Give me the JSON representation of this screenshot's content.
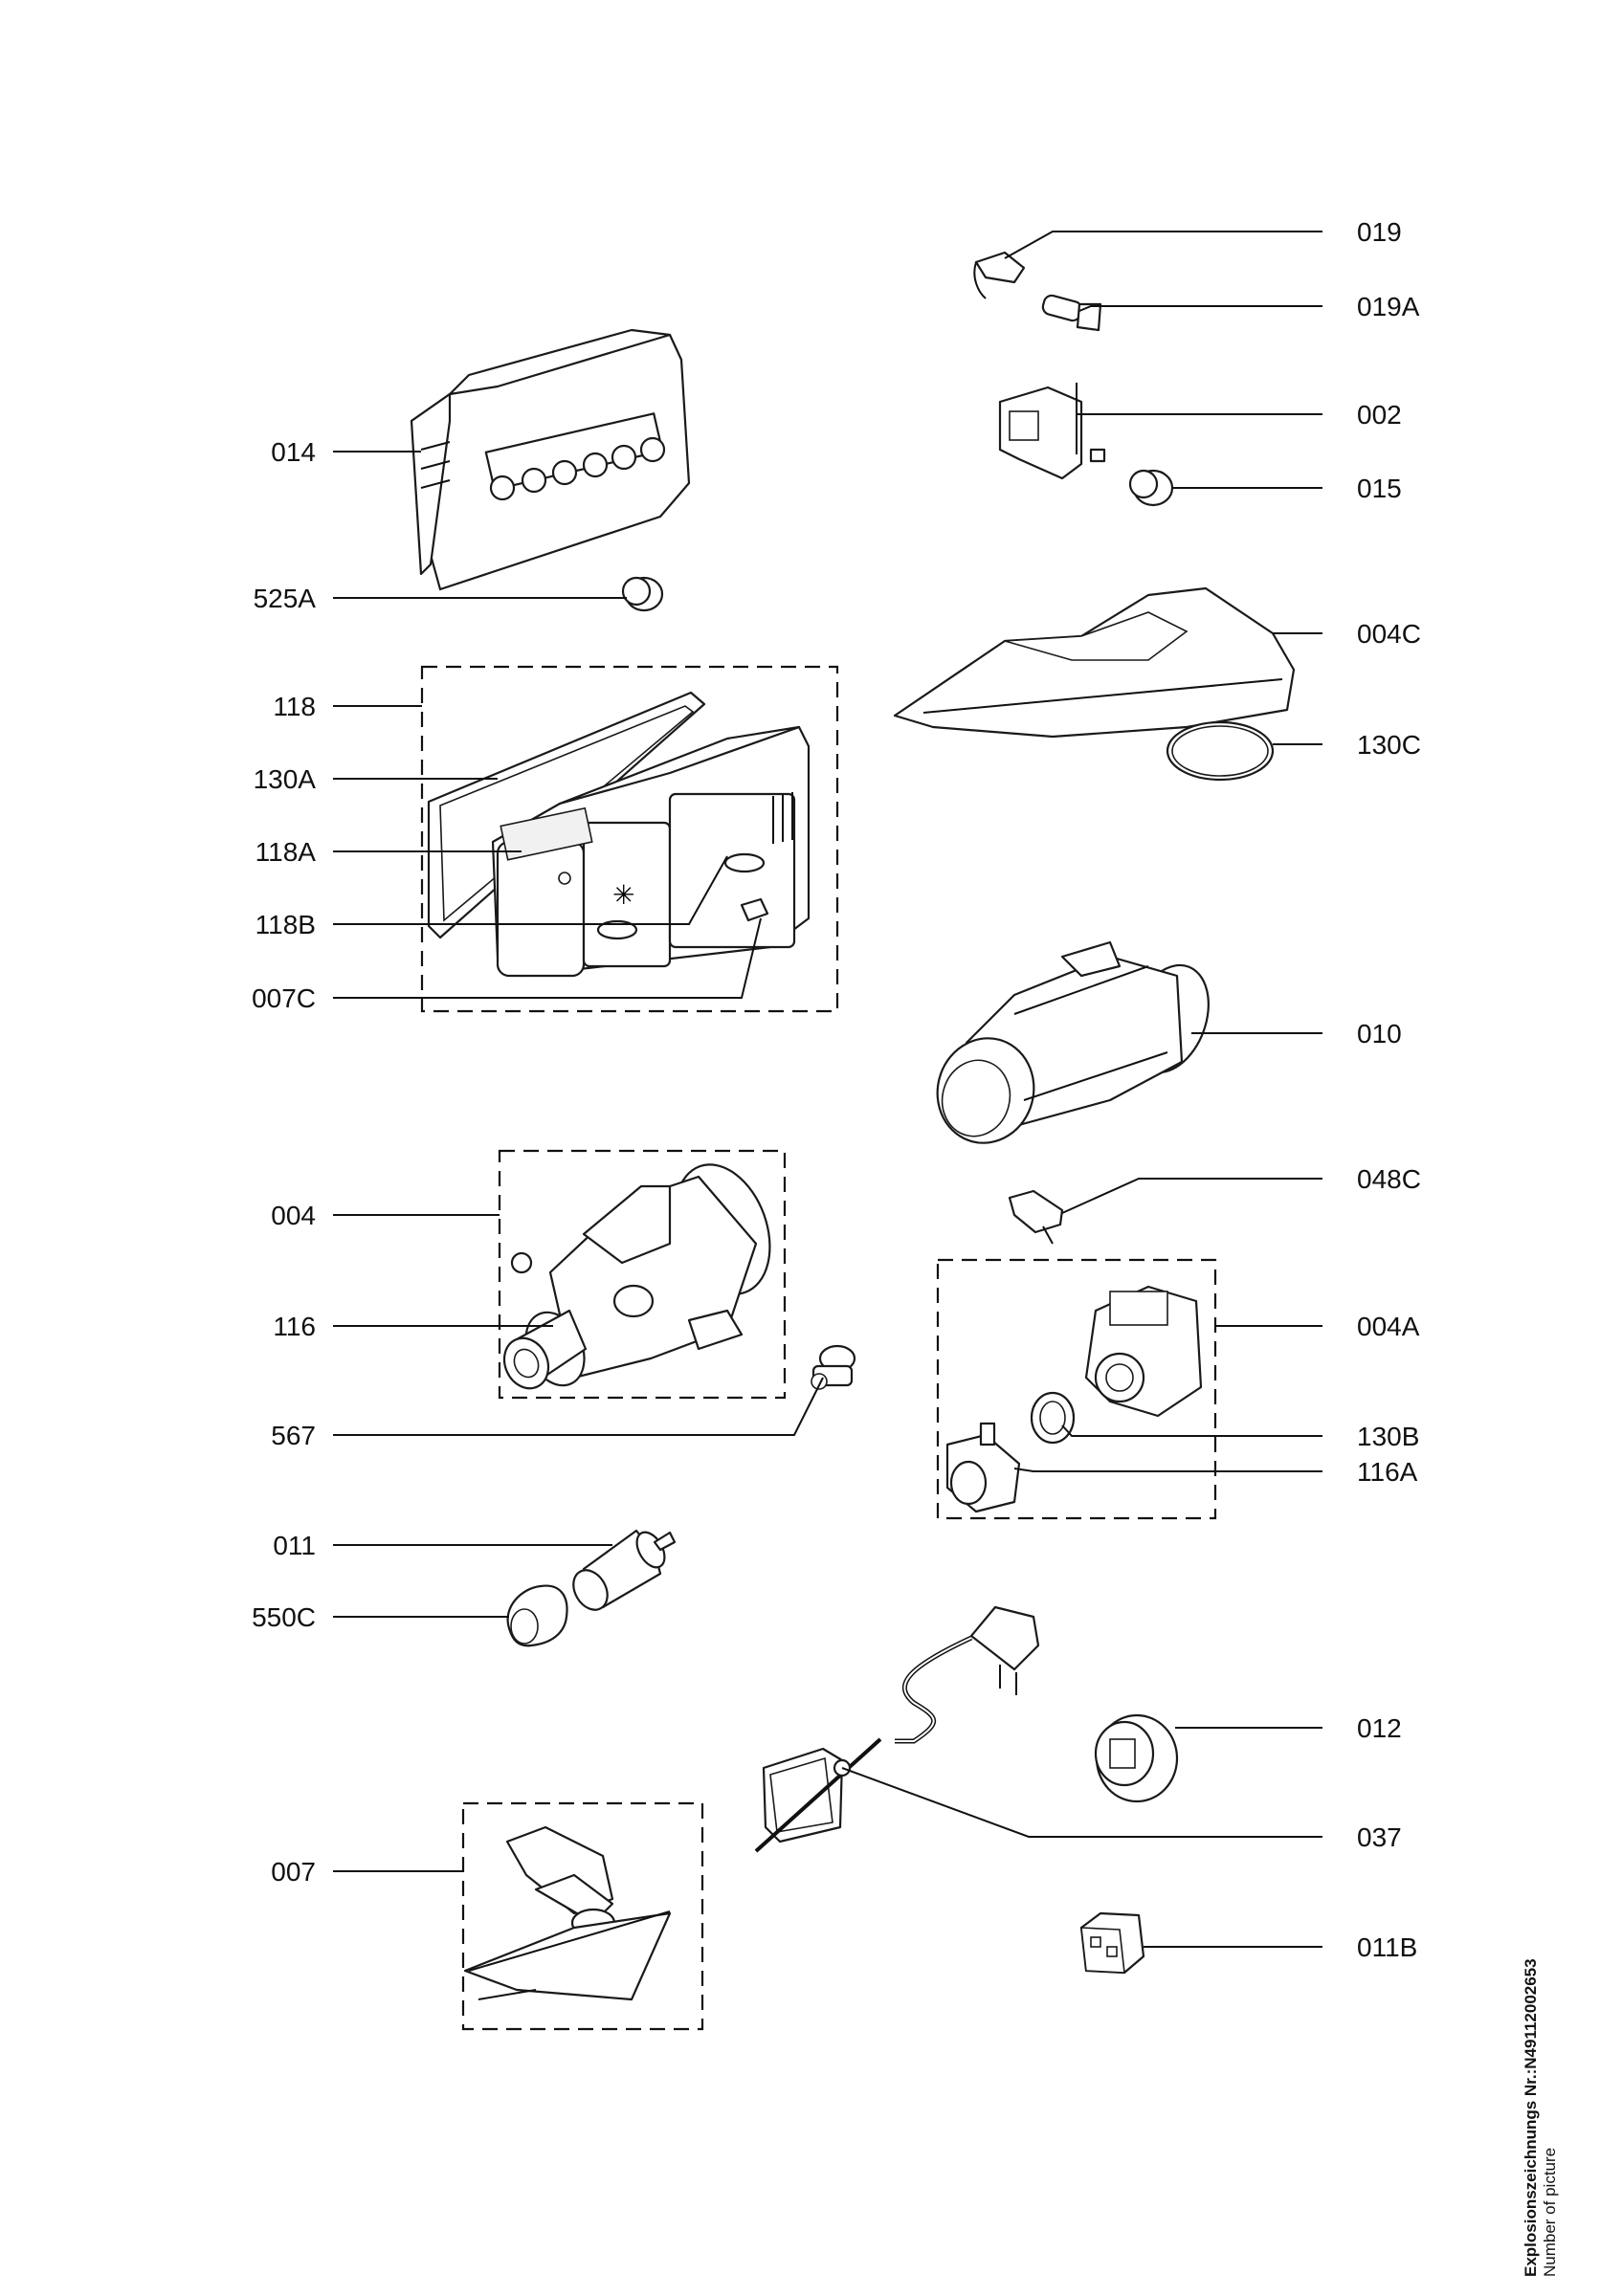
{
  "parts": {
    "p014": "014",
    "p525A": "525A",
    "p118": "118",
    "p130A": "130A",
    "p118A": "118A",
    "p118B": "118B",
    "p007C": "007C",
    "p004": "004",
    "p116": "116",
    "p567": "567",
    "p011": "011",
    "p550C": "550C",
    "p007": "007",
    "p019": "019",
    "p019A": "019A",
    "p002": "002",
    "p015": "015",
    "p004C": "004C",
    "p130C": "130C",
    "p010": "010",
    "p048C": "048C",
    "p004A": "004A",
    "p130B": "130B",
    "p116A": "116A",
    "p012": "012",
    "p037": "037",
    "p011B": "011B"
  },
  "footer": {
    "drawing_number": "Explosionszeichnungs Nr.:N4911200265​3",
    "caption": "Number of picture"
  },
  "colors": {
    "ink": "#111111",
    "background": "#ffffff"
  },
  "icons": [
    "electronic-module-icon",
    "detergent-dispenser-icon",
    "circulation-pump-icon",
    "heater-icon",
    "drain-pump-icon",
    "power-plug-icon",
    "relay-icon",
    "spray-arm-bracket-icon"
  ]
}
